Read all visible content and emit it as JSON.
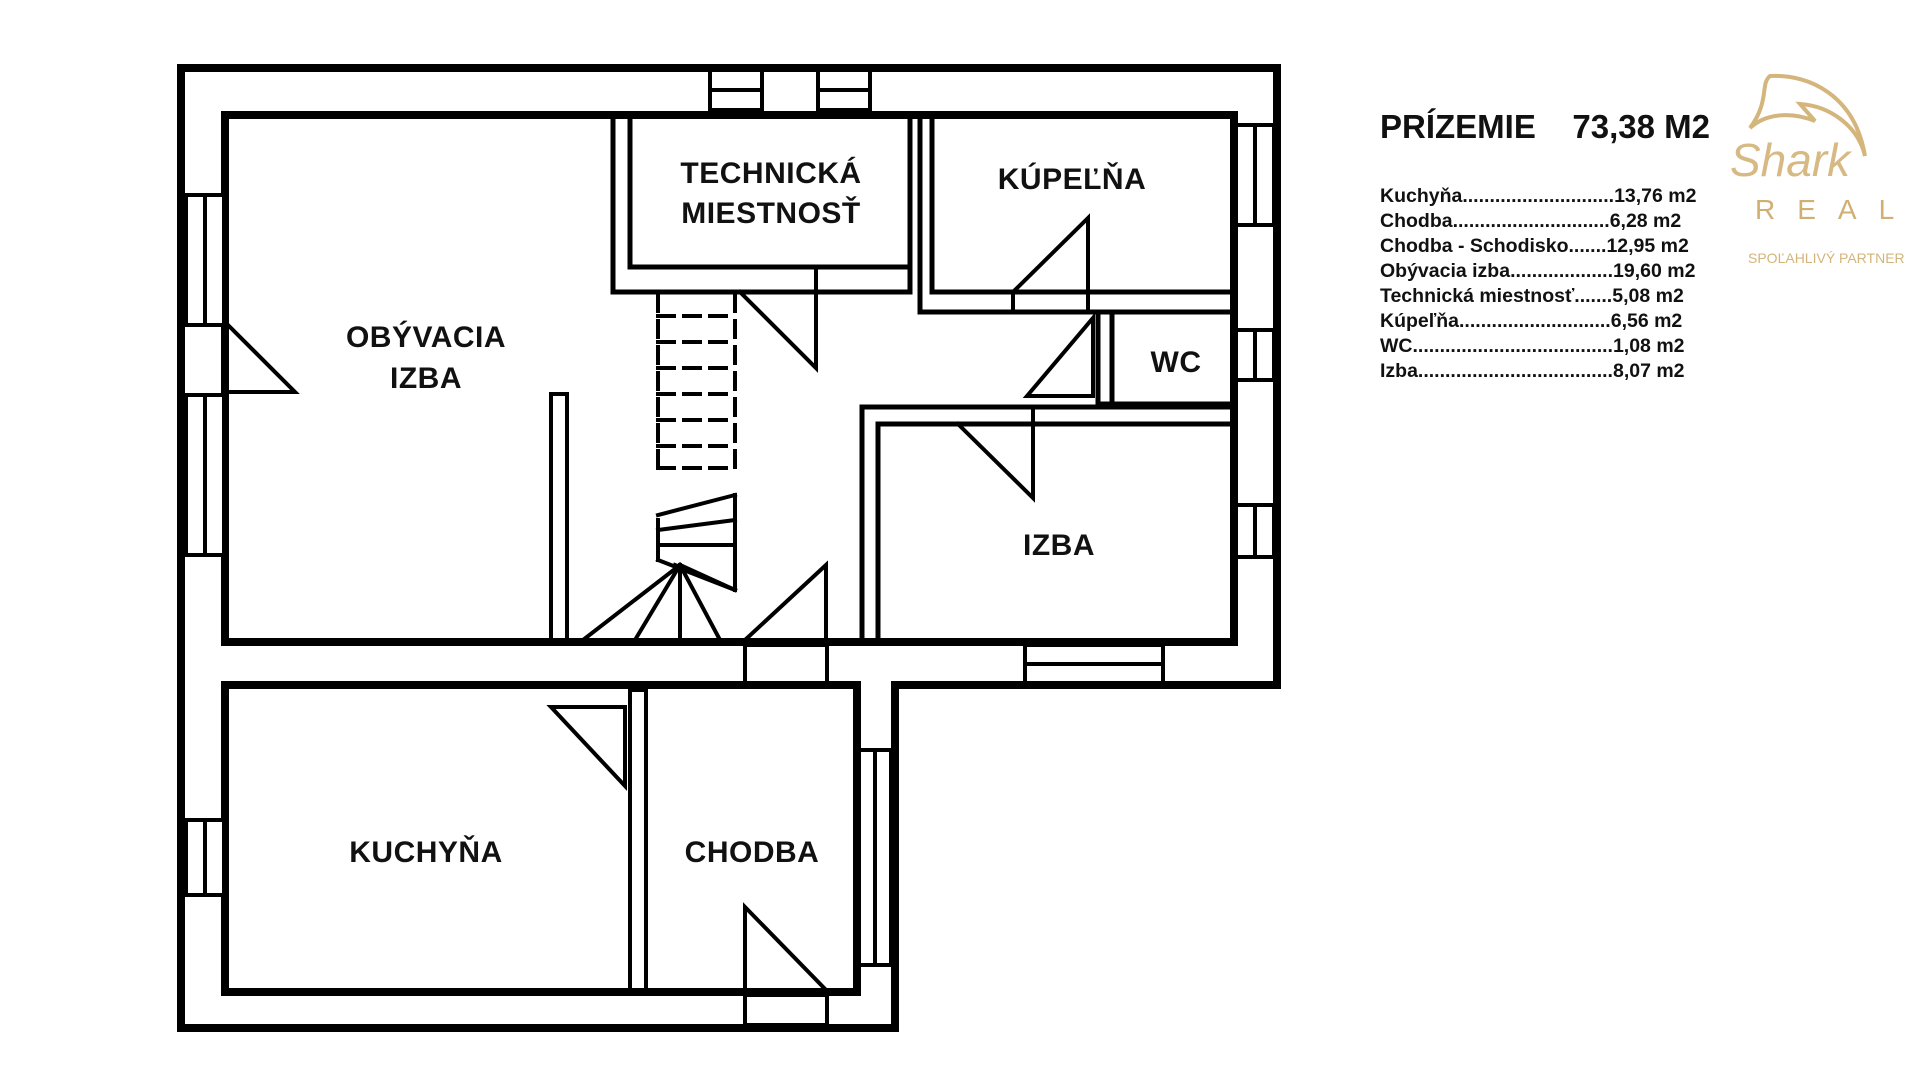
{
  "legend": {
    "title": "PRÍZEMIE",
    "total": "73,38 M2",
    "rows": [
      {
        "label": "Kuchyňa............................",
        "value": "13,76 m2"
      },
      {
        "label": "Chodba.............................",
        "value": "6,28 m2"
      },
      {
        "label": "Chodba - Schodisko.......",
        "value": "12,95 m2"
      },
      {
        "label": "Obývacia izba...................",
        "value": "19,60 m2"
      },
      {
        "label": "Technická miestnosť.......",
        "value": "5,08 m2"
      },
      {
        "label": "Kúpeľňa............................",
        "value": "6,56 m2"
      },
      {
        "label": "WC.....................................",
        "value": "1,08 m2"
      },
      {
        "label": "Izba....................................",
        "value": "8,07 m2"
      }
    ]
  },
  "rooms": {
    "technical_line1": "TECHNICKÁ",
    "technical_line2": "MIESTNOSŤ",
    "bathroom": "KÚPEĽŇA",
    "living_line1": "OBÝVACIA",
    "living_line2": "IZBA",
    "wc": "WC",
    "room": "IZBA",
    "kitchen": "KUCHYŇA",
    "hallway": "CHODBA"
  },
  "logo": {
    "script": "Shark",
    "wordmark": "REAL",
    "tagline": "SPOĽAHLIVÝ PARTNER",
    "gold": "#c9a25a"
  }
}
